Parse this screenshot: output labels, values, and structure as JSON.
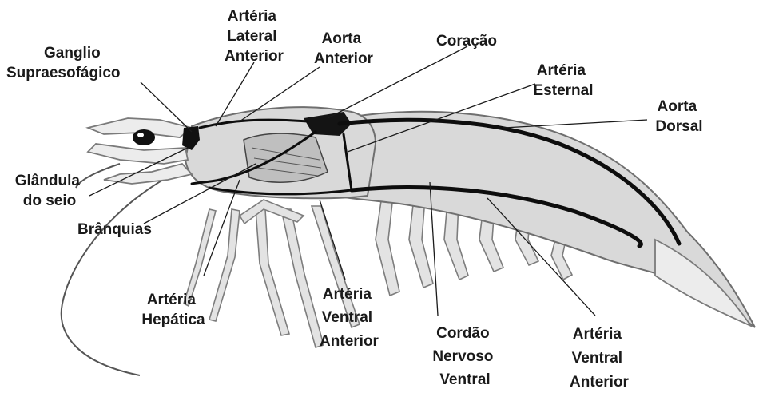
{
  "labels": {
    "ganglio": [
      "Ganglio",
      "Supraesofágico"
    ],
    "arteria_lateral": [
      "Artéria",
      "Lateral",
      "Anterior"
    ],
    "aorta_anterior": [
      "Aorta",
      "Anterior"
    ],
    "coracao": [
      "Coração"
    ],
    "arteria_esternal": [
      "Artéria",
      "Esternal"
    ],
    "aorta_dorsal": [
      "Aorta",
      "Dorsal"
    ],
    "glandula": [
      "Glândula",
      "do seio"
    ],
    "branquias": [
      "Brânquias"
    ],
    "arteria_hepatica": [
      "Artéria",
      "Hepática"
    ],
    "arteria_ventral_1": [
      "Artéria",
      "Ventral",
      "Anterior"
    ],
    "cordao": [
      "Cordão",
      "Nervoso",
      "Ventral"
    ],
    "arteria_ventral_2": [
      "Artéria",
      "Ventral",
      "Anterior"
    ]
  }
}
